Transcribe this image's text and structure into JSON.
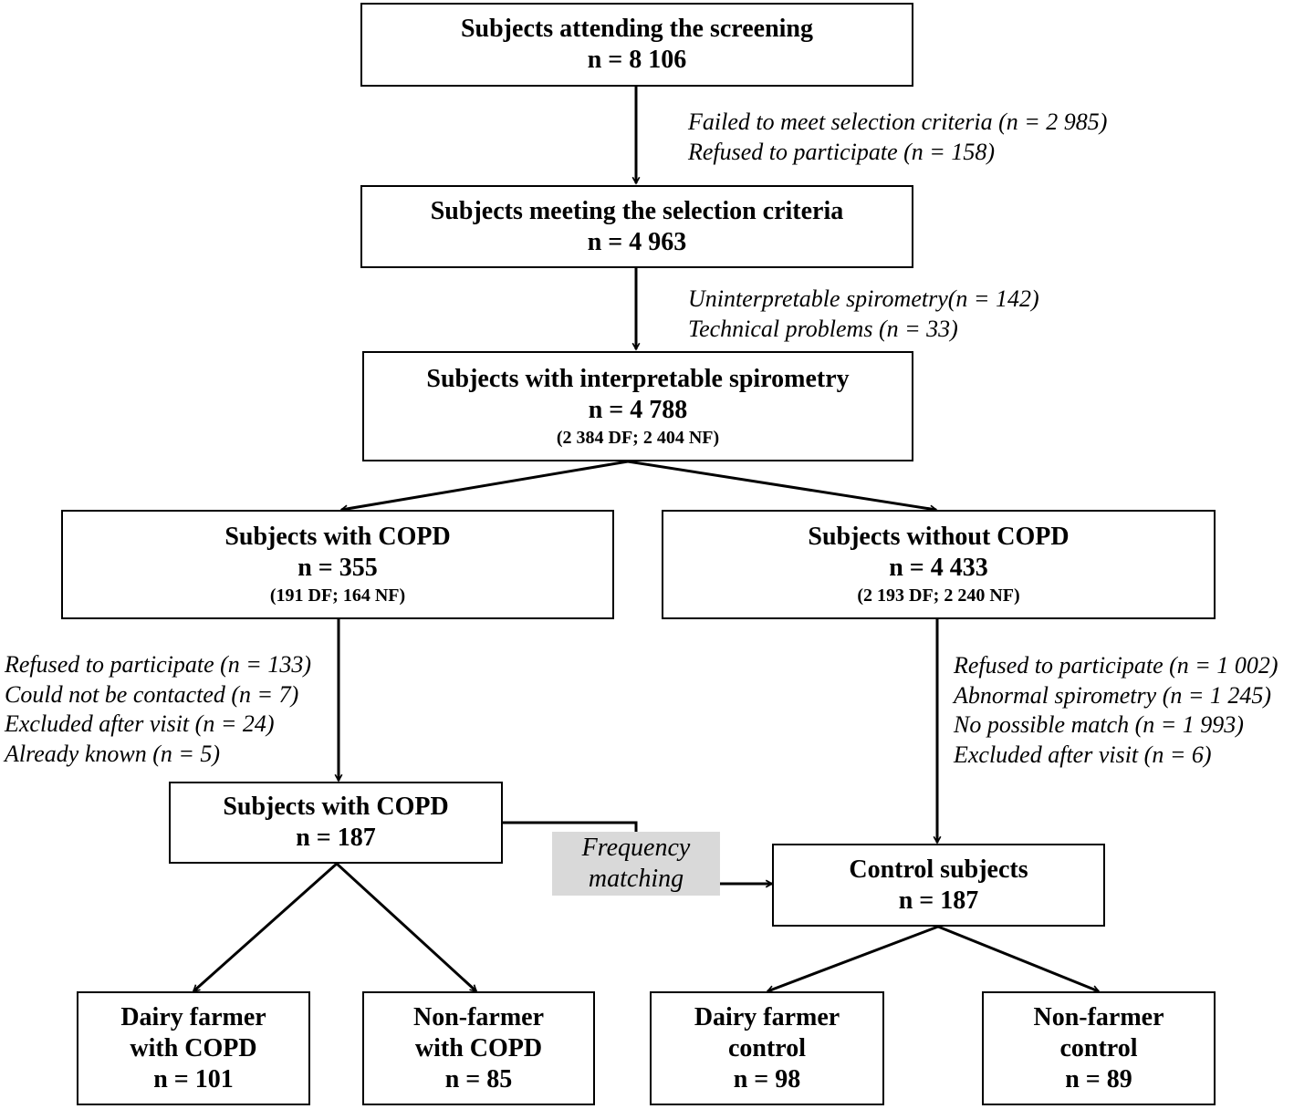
{
  "boxes": {
    "screening": {
      "title": "Subjects attending the screening",
      "n": "n = 8 106"
    },
    "selection": {
      "title": "Subjects meeting the selection criteria",
      "n": "n = 4 963"
    },
    "interpretable": {
      "title": "Subjects with interpretable spirometry",
      "n": "n = 4 788",
      "sub": "(2 384 DF; 2 404 NF)"
    },
    "with_copd": {
      "title": "Subjects with COPD",
      "n": "n = 355",
      "sub": "(191 DF; 164 NF)"
    },
    "without_copd": {
      "title": "Subjects without COPD",
      "n": "n = 4 433",
      "sub": "(2 193 DF; 2 240 NF)"
    },
    "copd_final": {
      "title": "Subjects with COPD",
      "n": "n =  187"
    },
    "control": {
      "title": "Control subjects",
      "n": "n =  187"
    },
    "df_copd": {
      "line1": "Dairy farmer",
      "line2": "with COPD",
      "n": "n = 101"
    },
    "nf_copd": {
      "line1": "Non-farmer",
      "line2": "with COPD",
      "n": "n = 85"
    },
    "df_control": {
      "line1": "Dairy farmer",
      "line2": "control",
      "n": "n = 98"
    },
    "nf_control": {
      "line1": "Non-farmer",
      "line2": "control",
      "n": "n = 89"
    }
  },
  "notes": {
    "screening_exclusions": [
      "Failed to meet selection criteria (n = 2 985)",
      "Refused to participate (n = 158)"
    ],
    "spirometry_exclusions": [
      "Uninterpretable spirometry(n = 142)",
      "Technical problems (n = 33)"
    ],
    "copd_exclusions": [
      "Refused to participate (n = 133)",
      "Could not be contacted (n = 7)",
      "Excluded after visit (n = 24)",
      "Already known (n = 5)"
    ],
    "control_exclusions": [
      "Refused to participate (n = 1 002)",
      "Abnormal spirometry (n = 1 245)",
      "No possible match (n = 1 993)",
      "Excluded after visit (n = 6)"
    ]
  },
  "frequency_matching": {
    "line1": "Frequency",
    "line2": "matching"
  }
}
